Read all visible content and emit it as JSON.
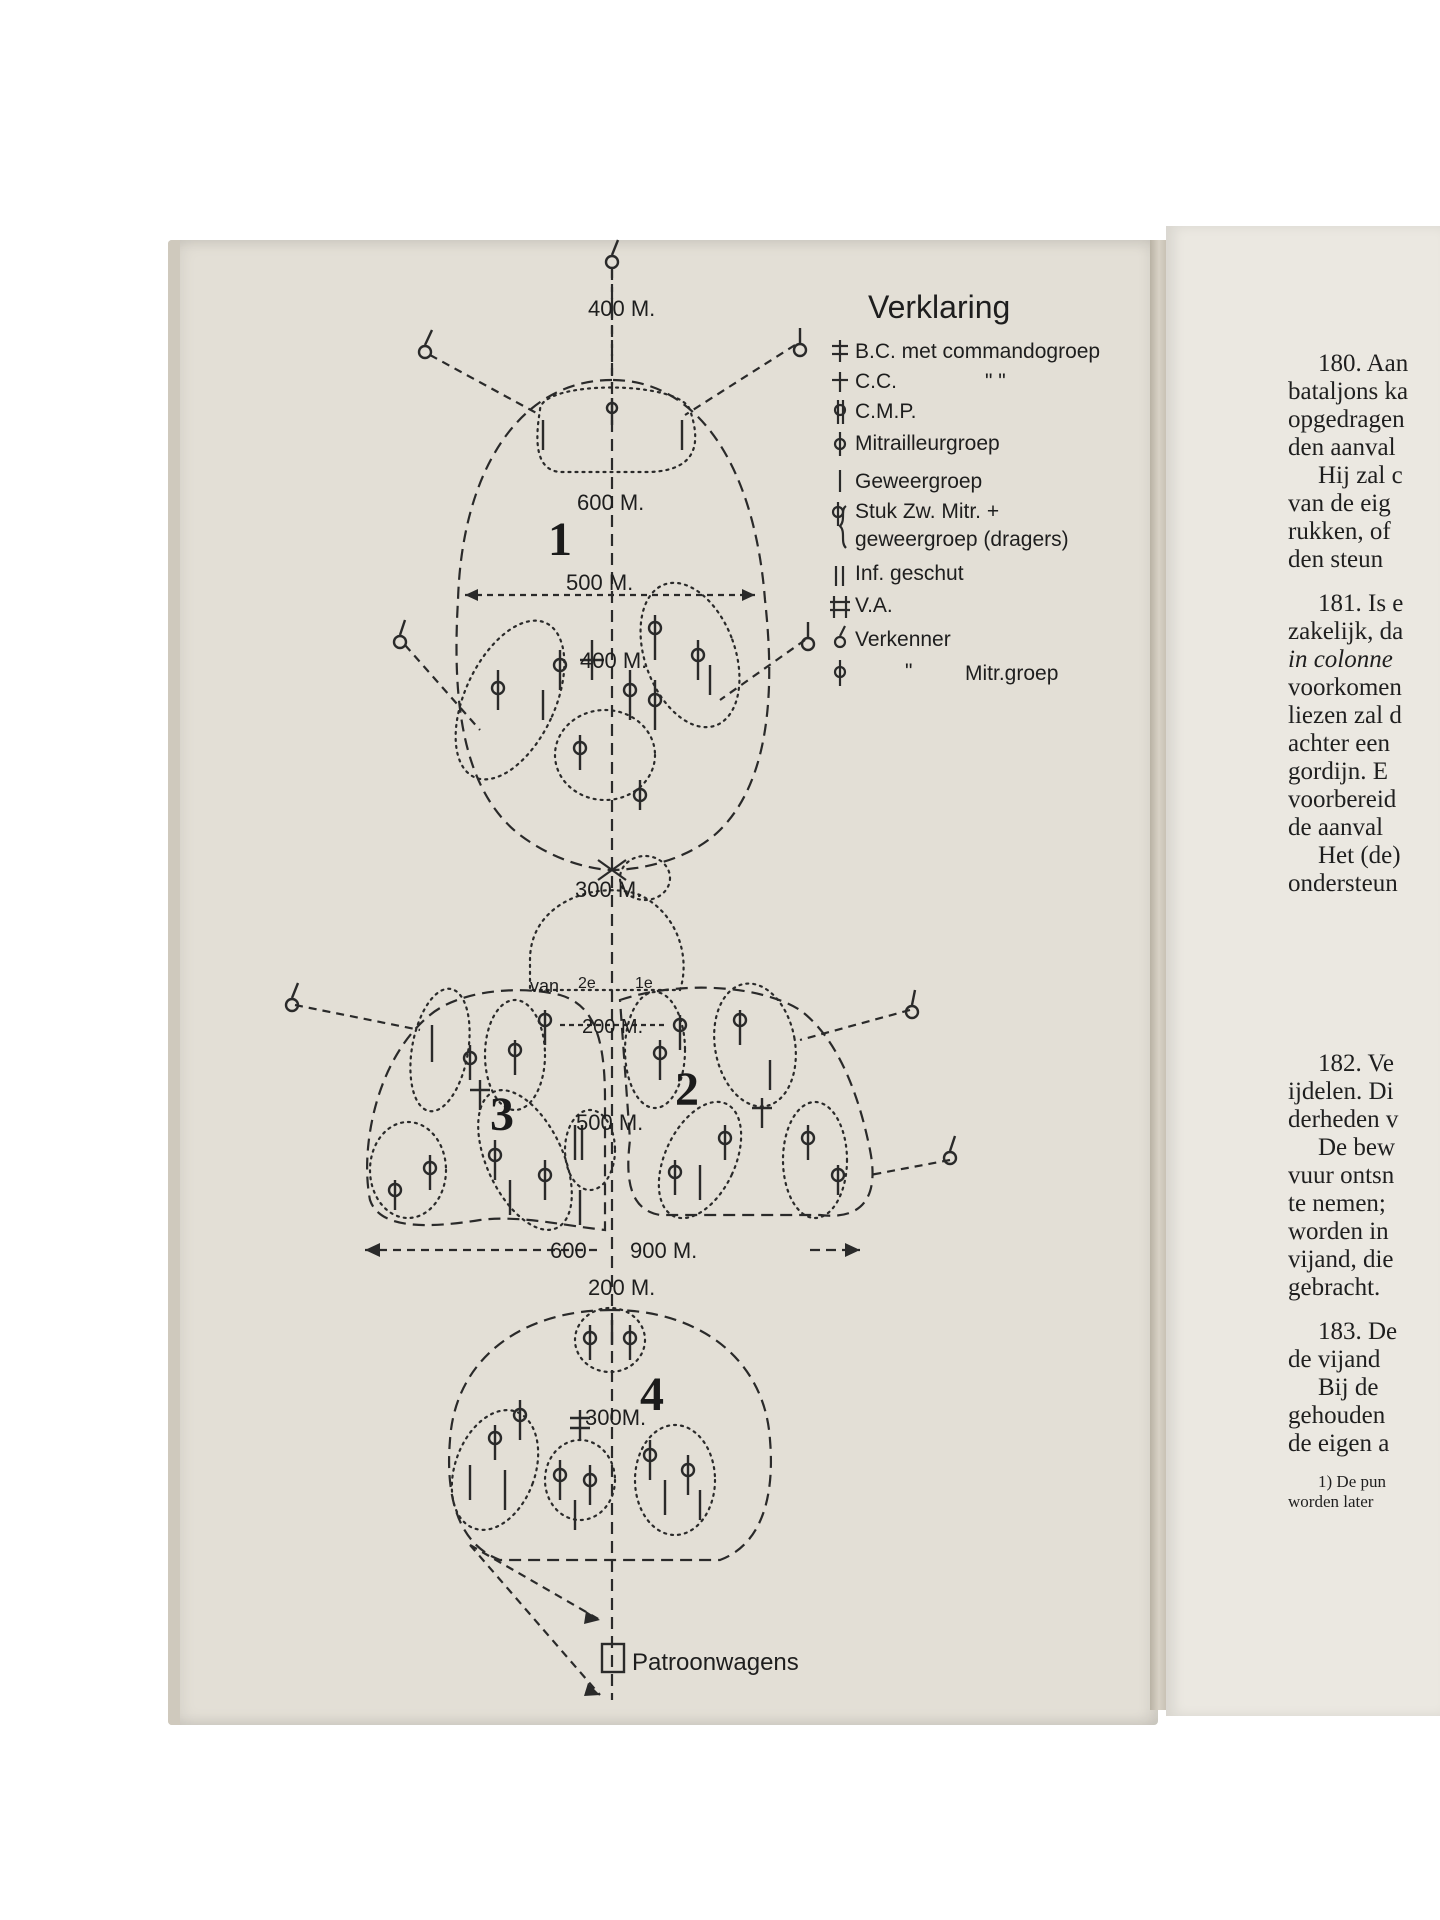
{
  "diagram": {
    "legend_title": "Verklaring",
    "legend": [
      {
        "label": "B.C. met commandogroep",
        "icon": "double-cross-icon"
      },
      {
        "label": "C.C.",
        "ditto": "\" \"",
        "icon": "cross-icon"
      },
      {
        "label": "C.M.P.",
        "icon": "double-stem-icon"
      },
      {
        "label": "Mitrailleurgroep",
        "icon": "mg-group-icon"
      },
      {
        "label": "Geweergroep",
        "icon": "bar-icon"
      },
      {
        "label": "Stuk Zw. Mitr. +",
        "icon": "heavy-mg-icon"
      },
      {
        "label": "geweergroep (dragers)",
        "icon": "brace-icon"
      },
      {
        "label": "Inf. geschut",
        "icon": "gun-icon"
      },
      {
        "label": "V.A.",
        "icon": "va-icon"
      },
      {
        "label": "Verkenner",
        "icon": "scout-icon"
      },
      {
        "label": "Mitr.groep",
        "ditto": "\"",
        "icon": "mg-scout-icon"
      }
    ],
    "unit_numbers": [
      "1",
      "2",
      "3",
      "4"
    ],
    "distances": {
      "top": "400 M.",
      "d600": "600 M.",
      "d500": "500 M.",
      "d400": "400 M.",
      "d300": "300 M.",
      "d200": "200 M.",
      "d500b": "500 M.",
      "d600b": "600",
      "d900": "900 M.",
      "d200b": "200 M.",
      "d300b": "300M."
    },
    "companies_label": "van",
    "company_a": "2e",
    "company_b": "1e",
    "wagon_label": "Patroonwagens"
  },
  "right_page": {
    "lines": [
      {
        "text": "180. Aan",
        "indent": true
      },
      {
        "text": "bataljons ka"
      },
      {
        "text": "opgedragen"
      },
      {
        "text": "den aanval"
      },
      {
        "text": "Hij zal c",
        "indent": true
      },
      {
        "text": "van de eig"
      },
      {
        "text": "rukken, of"
      },
      {
        "text": "den steun"
      },
      {
        "text": "181. Is e",
        "indent": true
      },
      {
        "text": "zakelijk, da"
      },
      {
        "text": "in colonne",
        "italic": true
      },
      {
        "text": "voorkomen"
      },
      {
        "text": "liezen zal d"
      },
      {
        "text": "achter een"
      },
      {
        "text": "gordijn. E"
      },
      {
        "text": "voorbereid"
      },
      {
        "text": "de aanval"
      },
      {
        "text": "Het (de)",
        "indent": true
      },
      {
        "text": "ondersteun"
      },
      {
        "text": "182. Ve",
        "indent": true
      },
      {
        "text": "ijdelen. Di"
      },
      {
        "text": "derheden v"
      },
      {
        "text": "De bew",
        "indent": true
      },
      {
        "text": "vuur ontsn"
      },
      {
        "text": "te nemen;"
      },
      {
        "text": "worden in"
      },
      {
        "text": "vijand, die"
      },
      {
        "text": "gebracht."
      },
      {
        "text": "183. De",
        "indent": true
      },
      {
        "text": "de vijand"
      },
      {
        "text": "Bij de",
        "indent": true
      },
      {
        "text": "gehouden"
      },
      {
        "text": "de eigen a"
      }
    ],
    "footnote_1": "1) De pun",
    "footnote_2": "worden later"
  }
}
